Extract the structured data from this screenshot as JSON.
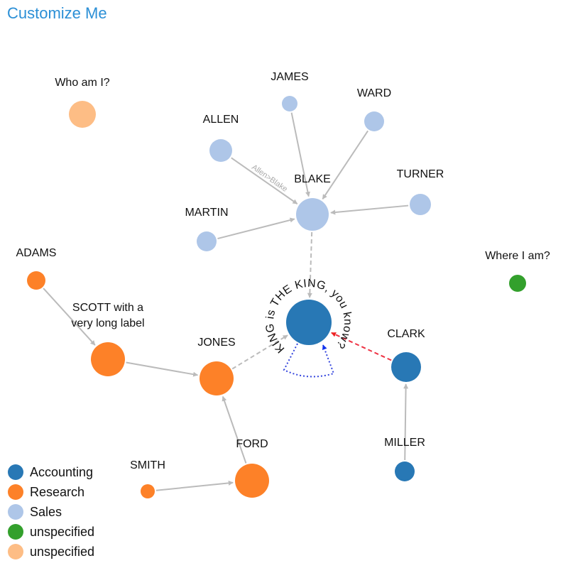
{
  "title": "Customize Me",
  "colors": {
    "Accounting": "#2878b5",
    "Research": "#fd8128",
    "Sales": "#aec6e8",
    "unspecified_green": "#33a02c",
    "unspecified_peach": "#fdbd85",
    "edge": "#bbbbbb",
    "edge_special": "#ee3344",
    "selfloop": "#3344dd"
  },
  "legend": [
    {
      "label": "Accounting",
      "color": "#2878b5"
    },
    {
      "label": "Research",
      "color": "#fd8128"
    },
    {
      "label": "Sales",
      "color": "#aec6e8"
    },
    {
      "label": "unspecified",
      "color": "#33a02c"
    },
    {
      "label": "unspecified",
      "color": "#fdbd85"
    }
  ],
  "nodes": [
    {
      "id": "king",
      "label": "KING is THE KING, you know?",
      "group": "Accounting",
      "color": "#2878b5",
      "label_style": "arc"
    },
    {
      "id": "clark",
      "label": "CLARK",
      "group": "Accounting",
      "color": "#2878b5"
    },
    {
      "id": "miller",
      "label": "MILLER",
      "group": "Accounting",
      "color": "#2878b5"
    },
    {
      "id": "blake",
      "label": "BLAKE",
      "group": "Sales",
      "color": "#aec6e8"
    },
    {
      "id": "james",
      "label": "JAMES",
      "group": "Sales",
      "color": "#aec6e8"
    },
    {
      "id": "ward",
      "label": "WARD",
      "group": "Sales",
      "color": "#aec6e8"
    },
    {
      "id": "allen",
      "label": "ALLEN",
      "group": "Sales",
      "color": "#aec6e8"
    },
    {
      "id": "turner",
      "label": "TURNER",
      "group": "Sales",
      "color": "#aec6e8"
    },
    {
      "id": "martin",
      "label": "MARTIN",
      "group": "Sales",
      "color": "#aec6e8"
    },
    {
      "id": "jones",
      "label": "JONES",
      "group": "Research",
      "color": "#fd8128"
    },
    {
      "id": "scott",
      "label": "SCOTT with a very long label",
      "group": "Research",
      "color": "#fd8128",
      "label_lines": [
        "SCOTT with a",
        "very long label"
      ]
    },
    {
      "id": "adams",
      "label": "ADAMS",
      "group": "Research",
      "color": "#fd8128"
    },
    {
      "id": "ford",
      "label": "FORD",
      "group": "Research",
      "color": "#fd8128"
    },
    {
      "id": "smith",
      "label": "SMITH",
      "group": "Research",
      "color": "#fd8128"
    },
    {
      "id": "whoami",
      "label": "Who am I?",
      "group": "unspecified",
      "color": "#fdbd85"
    },
    {
      "id": "whereami",
      "label": "Where I am?",
      "group": "unspecified",
      "color": "#33a02c"
    }
  ],
  "edges": [
    {
      "from": "james",
      "to": "blake"
    },
    {
      "from": "ward",
      "to": "blake"
    },
    {
      "from": "allen",
      "to": "blake",
      "label": "Allen>Blake"
    },
    {
      "from": "turner",
      "to": "blake"
    },
    {
      "from": "martin",
      "to": "blake"
    },
    {
      "from": "blake",
      "to": "king",
      "style": "dashed"
    },
    {
      "from": "jones",
      "to": "king",
      "style": "dashed"
    },
    {
      "from": "clark",
      "to": "king",
      "style": "dashed",
      "color": "#ee3344"
    },
    {
      "from": "miller",
      "to": "clark"
    },
    {
      "from": "adams",
      "to": "scott"
    },
    {
      "from": "scott",
      "to": "jones"
    },
    {
      "from": "ford",
      "to": "jones"
    },
    {
      "from": "smith",
      "to": "ford"
    },
    {
      "from": "king",
      "to": "king",
      "style": "dotted",
      "color": "#3344dd",
      "selfloop": true
    }
  ]
}
